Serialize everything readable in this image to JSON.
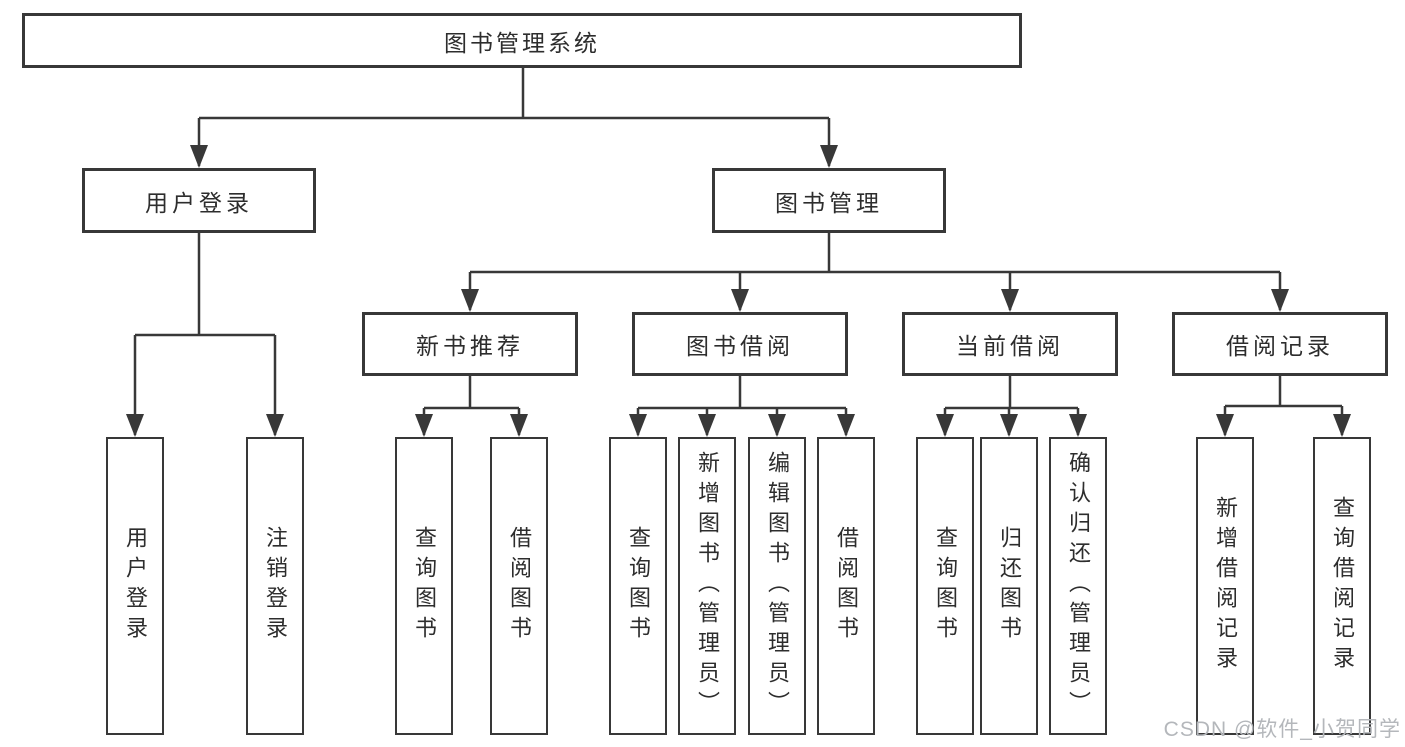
{
  "diagram": {
    "title": "图书管理系统",
    "tree": {
      "label": "图书管理系统",
      "children": [
        {
          "label": "用户登录",
          "children": [
            {
              "label": "用户登录"
            },
            {
              "label": "注销登录"
            }
          ]
        },
        {
          "label": "图书管理",
          "children": [
            {
              "label": "新书推荐",
              "children": [
                {
                  "label": "查询图书"
                },
                {
                  "label": "借阅图书"
                }
              ]
            },
            {
              "label": "图书借阅",
              "children": [
                {
                  "label": "查询图书"
                },
                {
                  "label": "新增图书（管理员）"
                },
                {
                  "label": "编辑图书（管理员）"
                },
                {
                  "label": "借阅图书"
                }
              ]
            },
            {
              "label": "当前借阅",
              "children": [
                {
                  "label": "查询图书"
                },
                {
                  "label": "归还图书"
                },
                {
                  "label": "确认归还（管理员）"
                }
              ]
            },
            {
              "label": "借阅记录",
              "children": [
                {
                  "label": "新增借阅记录"
                },
                {
                  "label": "查询借阅记录"
                }
              ]
            }
          ]
        }
      ]
    }
  },
  "watermark": {
    "text": "CSDN @软件_小贺同学",
    "color": "#b4b7bb"
  },
  "colors": {
    "line": "#383838",
    "box_background": "#ffffff",
    "text": "#2d2d2d"
  }
}
